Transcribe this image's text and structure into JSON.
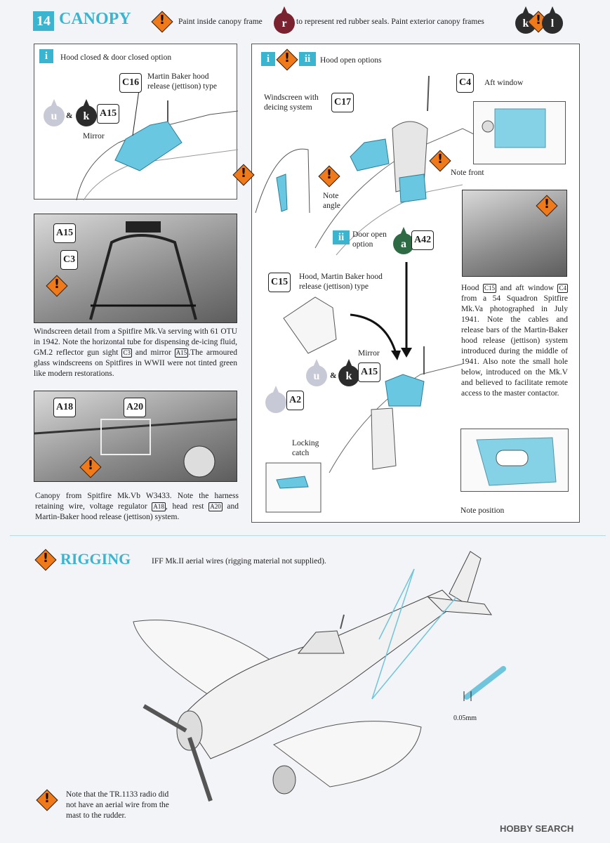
{
  "header": {
    "step_number": "14",
    "step_title": "CANOPY",
    "text1": "Paint inside canopy frame",
    "drop_r": "r",
    "text2": "to represent red rubber seals.  Paint exterior canopy frames",
    "drop_k": "k",
    "drop_l": "l"
  },
  "panel_i": {
    "badge": "i",
    "title": "Hood closed & door closed option",
    "callout_c16": "C16",
    "c16_label": "Martin Baker hood release (jettison) type",
    "drop_u": "u",
    "amp": "&",
    "drop_k": "k",
    "callout_a15": "A15",
    "mirror_label": "Mirror"
  },
  "panel_ii": {
    "badge_i": "i",
    "badge_ii": "ii",
    "title": "Hood open options",
    "windscreen_label": "Windscreen with deicing system",
    "callout_c17": "C17",
    "callout_c4": "C4",
    "aft_window_label": "Aft window",
    "note_front": "Note front",
    "note_angle": "Note angle",
    "door_badge": "ii",
    "door_open_label": "Door open option",
    "drop_a": "a",
    "callout_a42": "A42",
    "callout_c15": "C15",
    "c15_label": "Hood, Martin Baker hood release (jettison) type",
    "mirror_label": "Mirror",
    "drop_u": "u",
    "amp": "&",
    "drop_k": "k",
    "callout_a15": "A15",
    "callout_a2": "A2",
    "locking_label": "Locking catch",
    "note_position": "Note position",
    "photo_caption_parts": {
      "p1": "Hood",
      "ref1": "C15",
      "p2": "and aft window",
      "ref2": "C4",
      "p3": "from a 54 Squadron Spitfire Mk.Va photographed in July 1941. Note the cables and release bars of the Martin-Baker hood release (jettison) system introduced during the middle of 1941. Also note the small hole below, introduced on the Mk.V and believed to facilitate remote access to the master contactor."
    }
  },
  "photo1": {
    "callout_a15": "A15",
    "callout_c3": "C3",
    "caption_p1": "Windscreen detail from a Spitfire Mk.Va serving with 61 OTU in 1942. Note the horizontal tube for dispensing de-icing fluid, GM.2 reflector gun sight",
    "ref1": "C3",
    "caption_p2": "and mirror",
    "ref2": "A15",
    "caption_p3": ".The armoured glass windscreens on Spitfires in WWII were not tinted green like modern restorations."
  },
  "photo2": {
    "callout_a18": "A18",
    "callout_a20": "A20",
    "caption_p1": "Canopy from Spitfire Mk.Vb W3433. Note the harness retaining wire, voltage regulator",
    "ref1": "A18",
    "caption_p2": ", head rest",
    "ref2": "A20",
    "caption_p3": "and Martin-Baker hood release (jettison) system."
  },
  "rigging": {
    "title": "RIGGING",
    "text": "IFF Mk.II aerial wires (rigging material not supplied).",
    "dimension": "0.05mm",
    "note": "Note that the TR.1133 radio did not have an aerial wire from the mast to the rudder."
  },
  "watermark": "HOBBY SEARCH",
  "caution_glyph": "!",
  "colors": {
    "accent": "#3bb5cf",
    "caution": "#f07a1a",
    "canopy": "#69c7e1"
  }
}
